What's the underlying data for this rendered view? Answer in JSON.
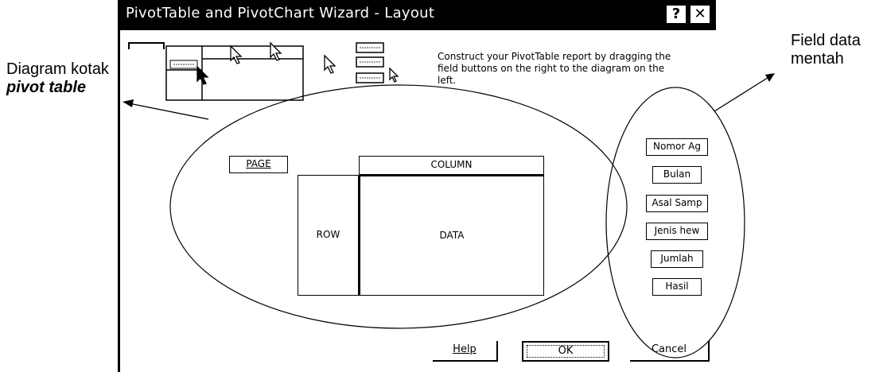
{
  "dialog": {
    "title": "PivotTable and PivotChart Wizard - Layout",
    "help_glyph": "?",
    "close_glyph": "✕",
    "instruction": "Construct your PivotTable report by dragging the field buttons on the right to the diagram on the left."
  },
  "layout_areas": {
    "page": "PAGE",
    "column": "COLUMN",
    "row": "ROW",
    "data": "DATA"
  },
  "fields": [
    "Nomor Ag",
    "Bulan",
    "Asal Samp",
    "Jenis hew",
    "Jumlah",
    "Hasil"
  ],
  "buttons": {
    "help": "Help",
    "ok": "OK",
    "cancel": "Cancel"
  },
  "annotations": {
    "left_line1": "Diagram kotak",
    "left_line2": "pivot table",
    "right_line1": "Field data",
    "right_line2": "mentah"
  },
  "icons": {
    "help": "help-icon",
    "close": "close-icon",
    "cursor": "arrow-cursor-icon"
  }
}
